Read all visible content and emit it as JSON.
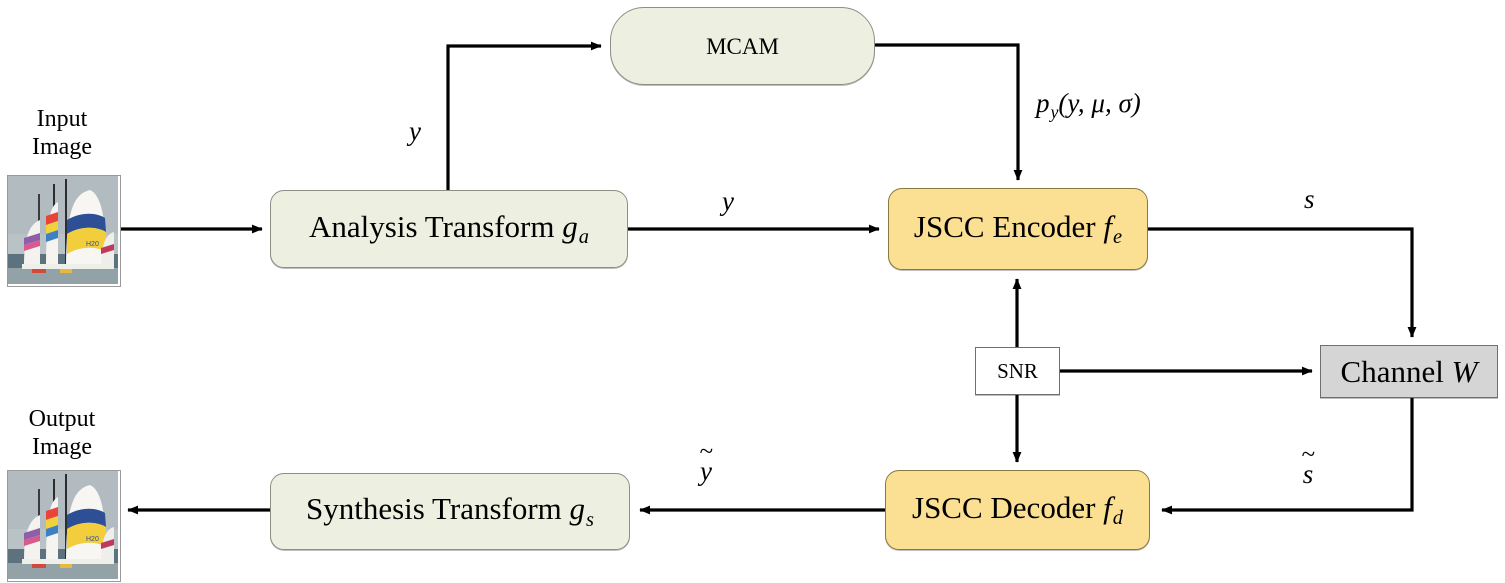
{
  "diagram": {
    "title": "JSCC semantic communication system block diagram",
    "colors": {
      "process_fill": "#edf0e1",
      "jscc_fill": "#fbdf92",
      "channel_fill": "#d5d5d5",
      "snr_fill": "#ffffff",
      "line": "#000000"
    }
  },
  "nodes": {
    "input_image_caption": "Input\nImage",
    "output_image_caption": "Output\nImage",
    "analysis_transform": {
      "text": "Analysis Transform ",
      "sym": "g",
      "sub": "a"
    },
    "mcam": {
      "text": "MCAM"
    },
    "jscc_encoder": {
      "text": "JSCC Encoder ",
      "sym": "f",
      "sub": "e"
    },
    "jscc_decoder": {
      "text": "JSCC Decoder ",
      "sym": "f",
      "sub": "d"
    },
    "synthesis_transform": {
      "text": "Synthesis Transform ",
      "sym": "g",
      "sub": "s"
    },
    "channel": {
      "text": "Channel ",
      "sym": "W"
    },
    "snr": {
      "text": "SNR"
    }
  },
  "edge_labels": {
    "y_branch": "y",
    "y_main": "y",
    "py": {
      "p": "p",
      "psub": "y",
      "args": "(y, μ, σ)"
    },
    "s": "s",
    "y_tilde": {
      "tilde": "~",
      "body": "y"
    },
    "s_tilde": {
      "tilde": "~",
      "body": "s"
    }
  }
}
